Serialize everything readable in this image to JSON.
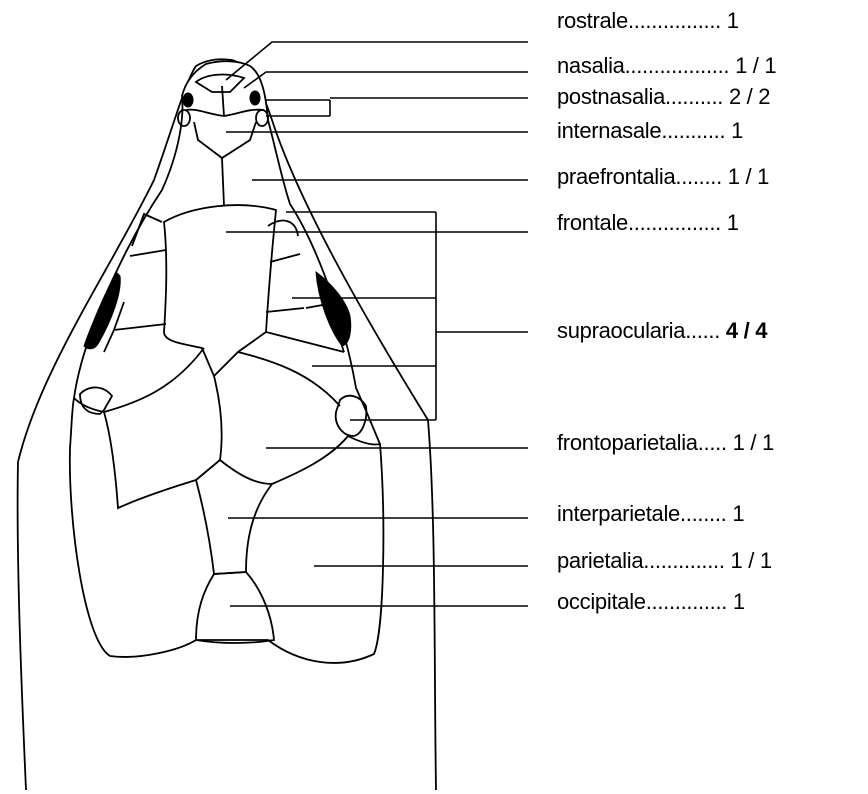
{
  "labels": [
    {
      "key": "rostrale",
      "name": "rostrale",
      "dots": "................",
      "value": "1"
    },
    {
      "key": "nasalia",
      "name": "nasalia",
      "dots": "..................",
      "value": "1 / 1"
    },
    {
      "key": "postnasalia",
      "name": "postnasalia",
      "dots": "..........",
      "value": "2 / 2"
    },
    {
      "key": "internasale",
      "name": "internasale",
      "dots": "...........",
      "value": "1"
    },
    {
      "key": "praefrontalia",
      "name": "praefrontalia",
      "dots": "........",
      "value": "1 / 1"
    },
    {
      "key": "frontale",
      "name": "frontale",
      "dots": "................",
      "value": "1"
    },
    {
      "key": "supraocularia",
      "name": "supraocularia",
      "dots": "......",
      "value": "4 / 4"
    },
    {
      "key": "frontoparietalia",
      "name": "frontoparietalia",
      "dots": ".....",
      "value": "1 / 1"
    },
    {
      "key": "interparietale",
      "name": "interparietale",
      "dots": "........",
      "value": "1"
    },
    {
      "key": "parietalia",
      "name": "parietalia",
      "dots": "..............",
      "value": "1 / 1"
    },
    {
      "key": "occipitale",
      "name": "occipitale",
      "dots": "..............",
      "value": "1"
    }
  ],
  "colors": {
    "ink": "#000000",
    "background": "#ffffff"
  }
}
